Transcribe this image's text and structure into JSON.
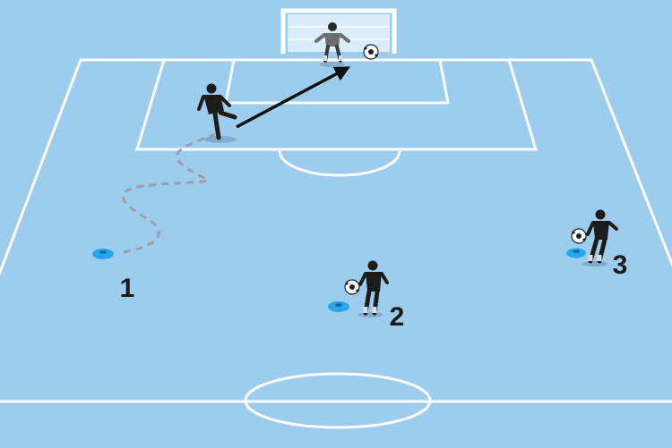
{
  "colors": {
    "pitch": "#9dcdee",
    "lines": "#ffffff",
    "player": "#1c1c1c",
    "goalkeeper": "#6b6e72",
    "cone": "#2aa6e8",
    "dribble_path": "#9aa0a6",
    "shot_arrow": "#111111"
  },
  "icons": {
    "cone": "cone-icon",
    "ball": "ball-icon",
    "player": "player-icon",
    "goalkeeper": "goalkeeper-icon"
  },
  "stations": [
    {
      "label": "1"
    },
    {
      "label": "2"
    },
    {
      "label": "3"
    }
  ]
}
